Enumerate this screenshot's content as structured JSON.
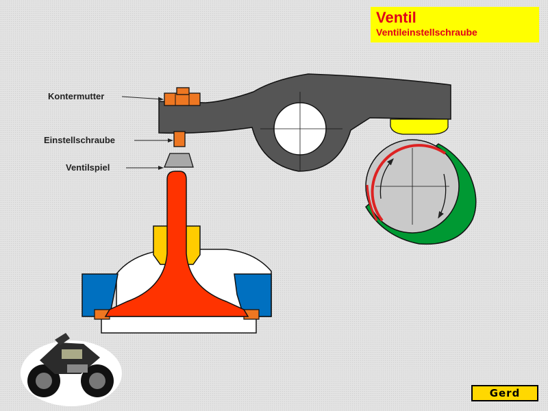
{
  "header": {
    "title": "Ventil",
    "subtitle": "Ventileinstellschraube"
  },
  "labels": {
    "kontermutter": "Kontermutter",
    "einstellschraube": "Einstellschraube",
    "ventilspiel": "Ventilspiel"
  },
  "brand": "Gerd",
  "colors": {
    "title_background": "#ffff00",
    "title_text": "#e0001a",
    "rocker_arm": "#555555",
    "valve": "#ff3300",
    "valve_seat": "#0070c0",
    "cam_lobe": "#009933",
    "cam_base_arc": "#dd2222",
    "adjusting_screw": "#ee7722",
    "spring_retainer": "#ffcc00"
  }
}
